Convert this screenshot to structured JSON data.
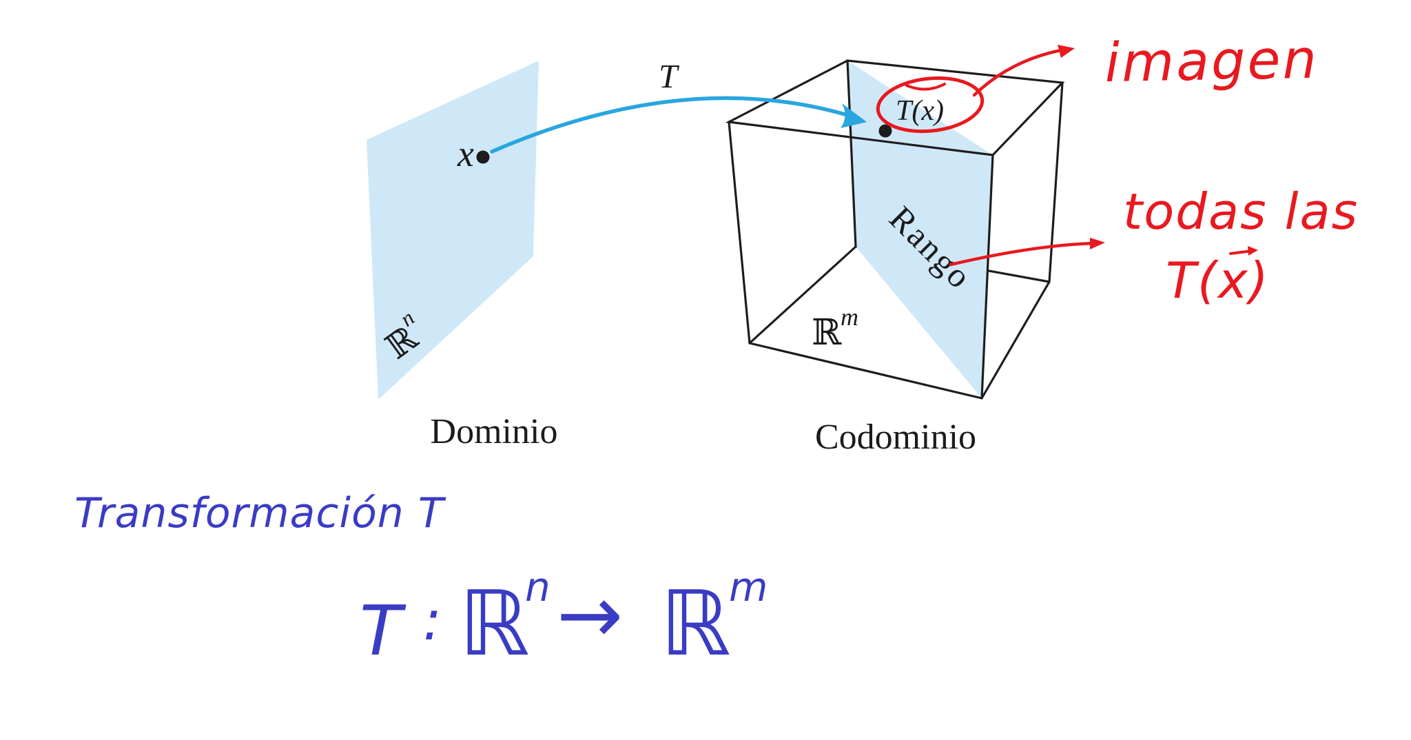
{
  "figure": {
    "domain_plane": {
      "space_symbol": "ℝ",
      "space_exponent": "n",
      "point_label": "x",
      "caption": "Dominio"
    },
    "map_arrow_label": "T",
    "codomain_cube": {
      "space_symbol": "ℝ",
      "space_exponent": "m",
      "image_point_label": "T(x)",
      "range_label": "Rango",
      "caption": "Codominio"
    }
  },
  "annotations": {
    "red": {
      "image_note": "imagen",
      "range_note_line1": "todas las",
      "range_note_line2": "T(x)"
    },
    "blue": {
      "title": "Transformación T",
      "formula": {
        "map_name": "T",
        "colon": ":",
        "domain_symbol": "ℝ",
        "domain_exponent": "n",
        "arrow": "→",
        "codomain_symbol": "ℝ",
        "codomain_exponent": "m"
      }
    }
  },
  "colors": {
    "plane_fill": "#cfe8f8",
    "map_arrow": "#29a6de",
    "annotation_red": "#e8191f",
    "annotation_blue": "#3a3cc4",
    "diagram_ink": "#1d1d1d",
    "background": "#ffffff"
  }
}
